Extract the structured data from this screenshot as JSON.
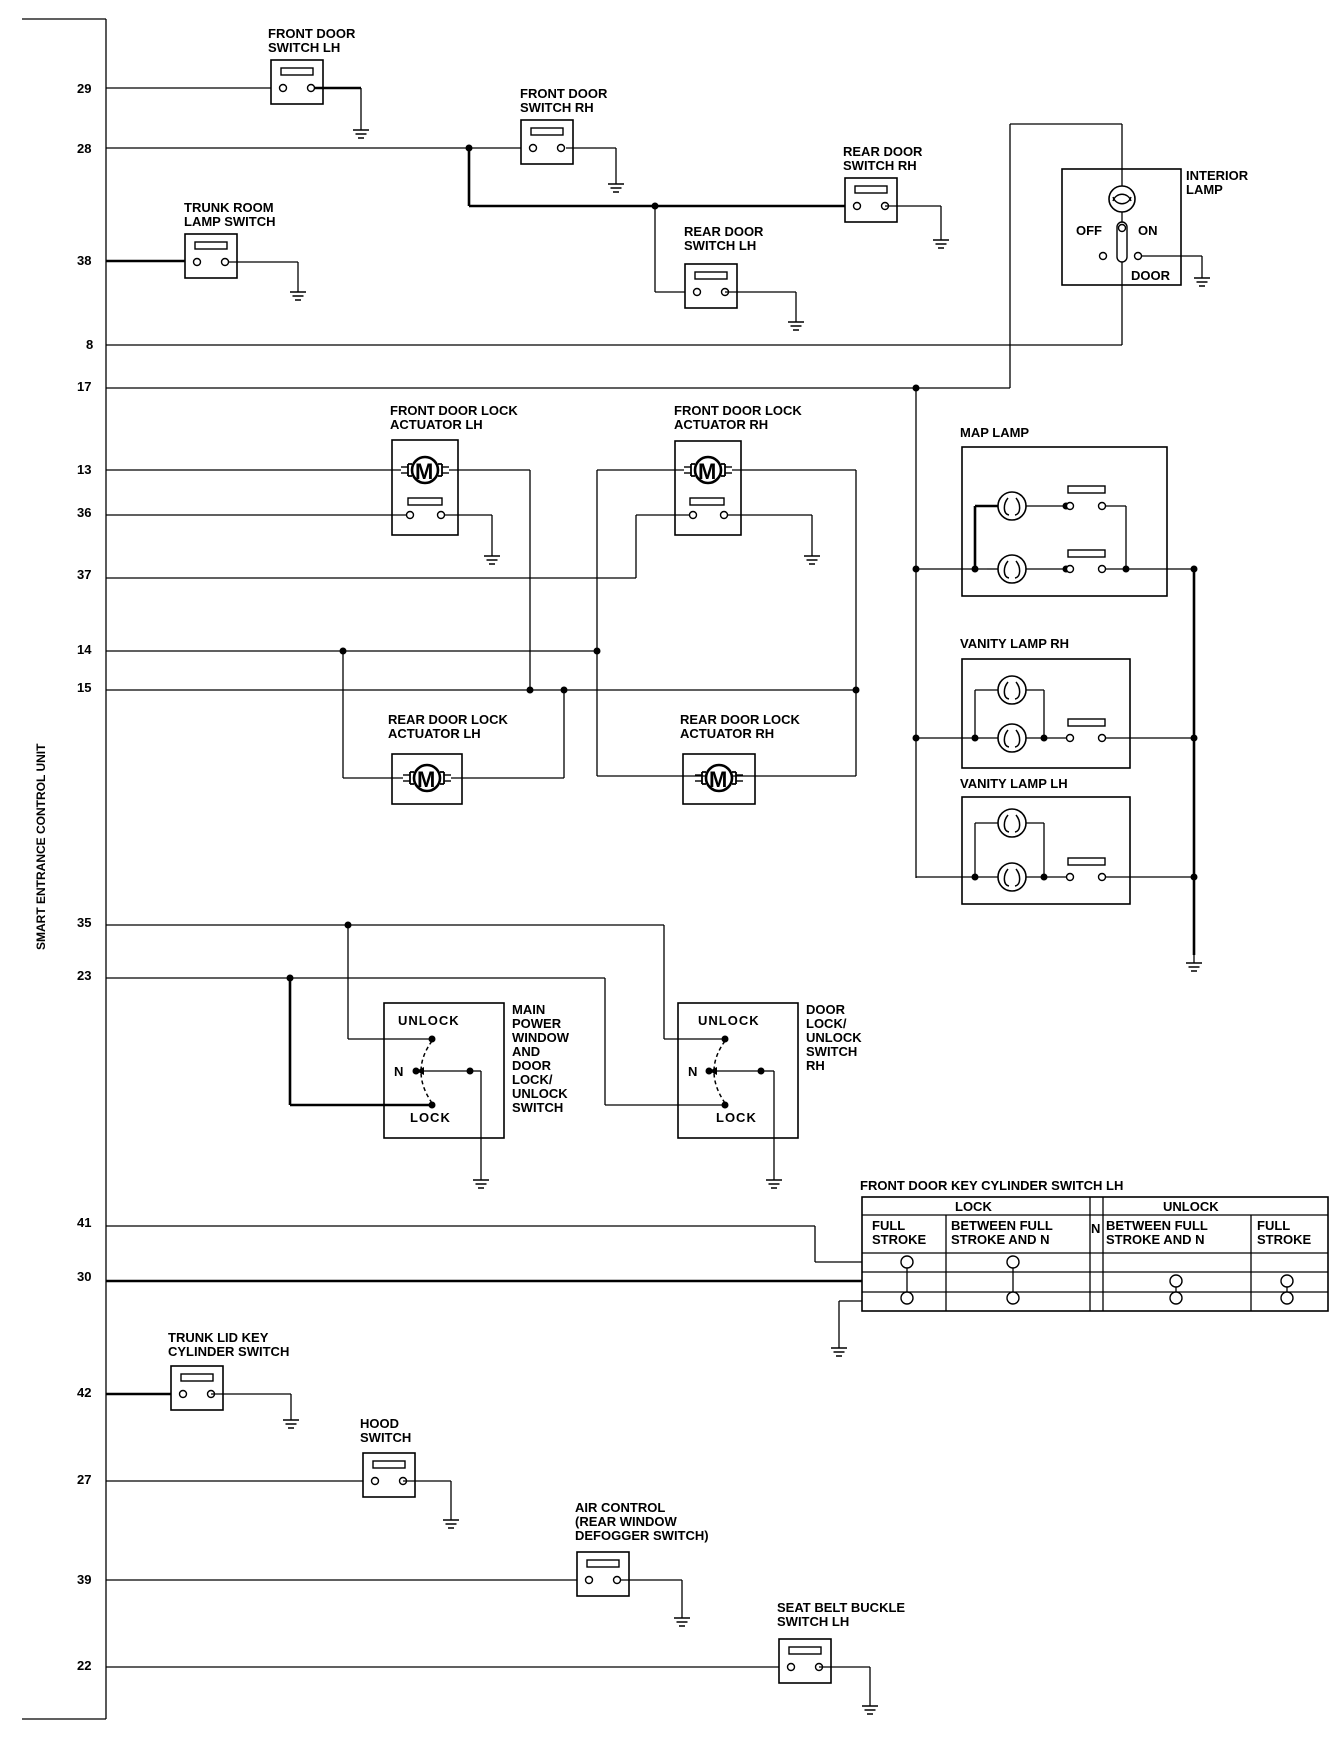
{
  "control_unit": {
    "label": "SMART ENTRANCE CONTROL UNIT"
  },
  "pins": [
    "29",
    "28",
    "38",
    "8",
    "17",
    "13",
    "36",
    "37",
    "14",
    "15",
    "35",
    "23",
    "41",
    "30",
    "42",
    "27",
    "39",
    "22"
  ],
  "components": {
    "front_door_switch_lh": [
      "FRONT DOOR",
      "SWITCH LH"
    ],
    "front_door_switch_rh": [
      "FRONT DOOR",
      "SWITCH RH"
    ],
    "rear_door_switch_rh": [
      "REAR DOOR",
      "SWITCH RH"
    ],
    "rear_door_switch_lh": [
      "REAR DOOR",
      "SWITCH LH"
    ],
    "trunk_room_lamp_switch": [
      "TRUNK ROOM",
      "LAMP SWITCH"
    ],
    "interior_lamp": [
      "INTERIOR",
      "LAMP"
    ],
    "front_door_lock_actuator_lh": [
      "FRONT DOOR LOCK",
      "ACTUATOR LH"
    ],
    "front_door_lock_actuator_rh": [
      "FRONT DOOR LOCK",
      "ACTUATOR RH"
    ],
    "rear_door_lock_actuator_lh": [
      "REAR DOOR LOCK",
      "ACTUATOR LH"
    ],
    "rear_door_lock_actuator_rh": [
      "REAR DOOR LOCK",
      "ACTUATOR RH"
    ],
    "map_lamp": "MAP LAMP",
    "vanity_lamp_rh": "VANITY LAMP RH",
    "vanity_lamp_lh": "VANITY LAMP LH",
    "main_power_window_switch": [
      "MAIN",
      "POWER",
      "WINDOW",
      "AND",
      "DOOR",
      "LOCK/",
      "UNLOCK",
      "SWITCH"
    ],
    "door_lock_unlock_switch_rh": [
      "DOOR",
      "LOCK/",
      "UNLOCK",
      "SWITCH",
      "RH"
    ],
    "front_door_key_cylinder_switch_lh": "FRONT DOOR KEY CYLINDER SWITCH LH",
    "trunk_lid_key_cylinder_switch": [
      "TRUNK LID KEY",
      "CYLINDER SWITCH"
    ],
    "hood_switch": [
      "HOOD",
      "SWITCH"
    ],
    "air_control": [
      "AIR CONTROL",
      "(REAR WINDOW",
      "DEFOGGER SWITCH)"
    ],
    "seat_belt_buckle_switch_lh": [
      "SEAT BELT BUCKLE",
      "SWITCH LH"
    ]
  },
  "interior_lamp_positions": {
    "off": "OFF",
    "on": "ON",
    "door": "DOOR"
  },
  "switch_positions": {
    "unlock": "UNLOCK",
    "lock": "LOCK",
    "neutral": "N"
  },
  "motor_symbol": "M",
  "key_cylinder_table": {
    "lock": "LOCK",
    "unlock": "UNLOCK",
    "neutral": "N",
    "full_stroke": [
      "FULL",
      "STROKE"
    ],
    "between_full_stroke_and_n": [
      "BETWEEN FULL",
      "STROKE AND N"
    ]
  }
}
